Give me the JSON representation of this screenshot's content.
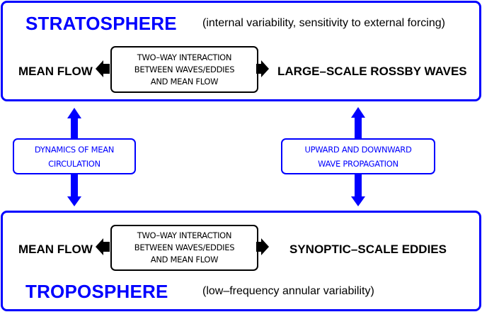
{
  "stratosphere": {
    "title": "STRATOSPHERE",
    "subtitle": "(internal variability, sensitivity to external forcing)",
    "left_label": "MEAN FLOW",
    "right_label": "LARGE–SCALE ROSSBY WAVES",
    "interaction_lines": [
      "TWO–WAY INTERACTION",
      "BETWEEN WAVES/EDDIES",
      "AND MEAN FLOW"
    ]
  },
  "troposphere": {
    "title": "TROPOSPHERE",
    "subtitle": "(low–frequency annular variability)",
    "left_label": "MEAN FLOW",
    "right_label": "SYNOPTIC–SCALE EDDIES",
    "interaction_lines": [
      "TWO–WAY INTERACTION",
      "BETWEEN WAVES/EDDIES",
      "AND MEAN FLOW"
    ]
  },
  "couplings": {
    "left_lines": [
      "DYNAMICS OF MEAN",
      "CIRCULATION"
    ],
    "right_lines": [
      "UPWARD AND DOWNWARD",
      "WAVE PROPAGATION"
    ]
  },
  "colors": {
    "accent": "#0000ff",
    "text": "#000000",
    "background": "#ffffff"
  }
}
